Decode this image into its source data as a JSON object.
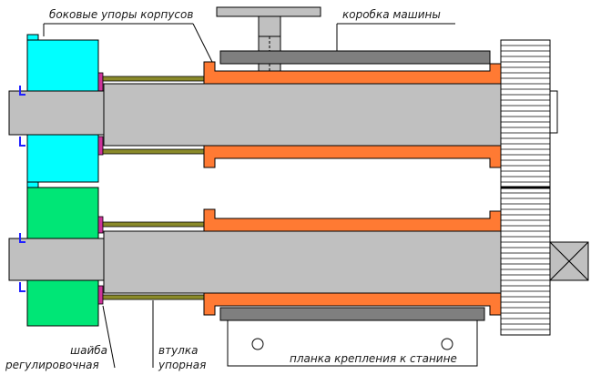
{
  "labels": {
    "side_stops": "боковые упоры корпусов",
    "machine_box": "коробка машины",
    "washer_line1": "шайба",
    "washer_line2": "регулировочная",
    "sleeve_line1": "втулка",
    "sleeve_line2": "упорная",
    "mount_bar": "планка крепления к станине"
  },
  "colors": {
    "housing": "#ff7a33",
    "cyan_block": "#00ffff",
    "green_block": "#00e676",
    "shaft": "#c0c0c0",
    "plate": "#7f7f7f",
    "sleeve": "#8a8a2a",
    "washer": "#cc3399",
    "clip": "#2020ff"
  }
}
